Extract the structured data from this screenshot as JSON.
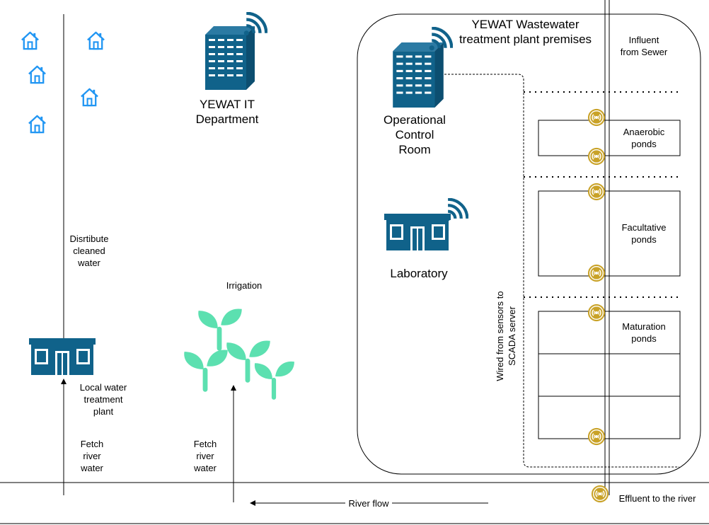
{
  "colors": {
    "building": "#10628a",
    "house": "#2196f3",
    "plant": "#5ce0b0",
    "sensor": "#c9a227",
    "line": "#000000"
  },
  "labels": {
    "plant_premises": "YEWAT Wastewater\ntreatment plant premises",
    "it_department": "YEWAT IT\nDepartment",
    "control_room": "Operational\nControl\nRoom",
    "laboratory": "Laboratory",
    "influent": "Influent\nfrom Sewer",
    "anaerobic": "Anaerobic\nponds",
    "facultative": "Facultative\nponds",
    "maturation": "Maturation\nponds",
    "wired": "Wired from sensors to\nSCADA server",
    "distribute": "Disrtibute\ncleaned\nwater",
    "irrigation": "Irrigation",
    "local_plant": "Local water\ntreatment\nplant",
    "fetch_1": "Fetch\nriver\nwater",
    "fetch_2": "Fetch\nriver\nwater",
    "river_flow": "River flow",
    "effluent": "Effluent to the river"
  },
  "icons": {
    "houses": [
      "house-icon",
      "house-icon",
      "house-icon",
      "house-icon",
      "house-icon"
    ],
    "wifi": "wifi-icon",
    "sensor": "sensor-icon",
    "plant": "plant-icon"
  }
}
